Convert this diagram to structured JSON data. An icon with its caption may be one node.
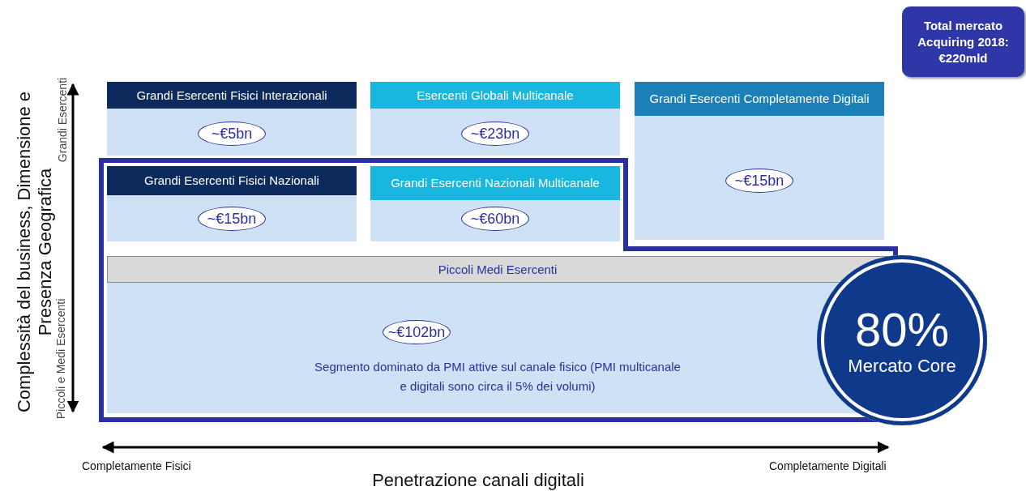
{
  "diagram": {
    "nodes": [
      {
        "text": [
          "Grandi Esercenti Fisici Interazionali",
          "~€5bn"
        ]
      },
      {
        "text": [
          "Esercenti Globali Multicanale",
          "~€23bn"
        ]
      },
      {
        "text": [
          "Grandi Esercenti Completamente Digitali",
          "~€15bn"
        ]
      },
      {
        "text": [
          "Grandi Esercenti Fisici Nazionali",
          "~€15bn"
        ]
      },
      {
        "text": [
          "Grandi Esercenti Nazionali Multicanale",
          "~€60bn"
        ]
      },
      {
        "text": [
          "Piccoli Medi Esercenti",
          "~€102bn",
          "Segmento dominato da PMI attive sul canale fisico (PMI multicanale e digitali sono circa il 5% dei volumi)"
        ]
      },
      {
        "text": [
          "80%",
          "Mercato Core"
        ]
      },
      {
        "text": [
          "Total mercato Acquiring 2018: €220mld"
        ]
      }
    ],
    "edges": [],
    "labels": [
      "Complessità del business, Dimensione e Presenza Geografica",
      "Grandi Esercenti",
      "Piccoli e Medi Esercenti",
      "Completamente Fisici",
      "Completamente Digitali",
      "Penetrazione canali digitali"
    ]
  }
}
